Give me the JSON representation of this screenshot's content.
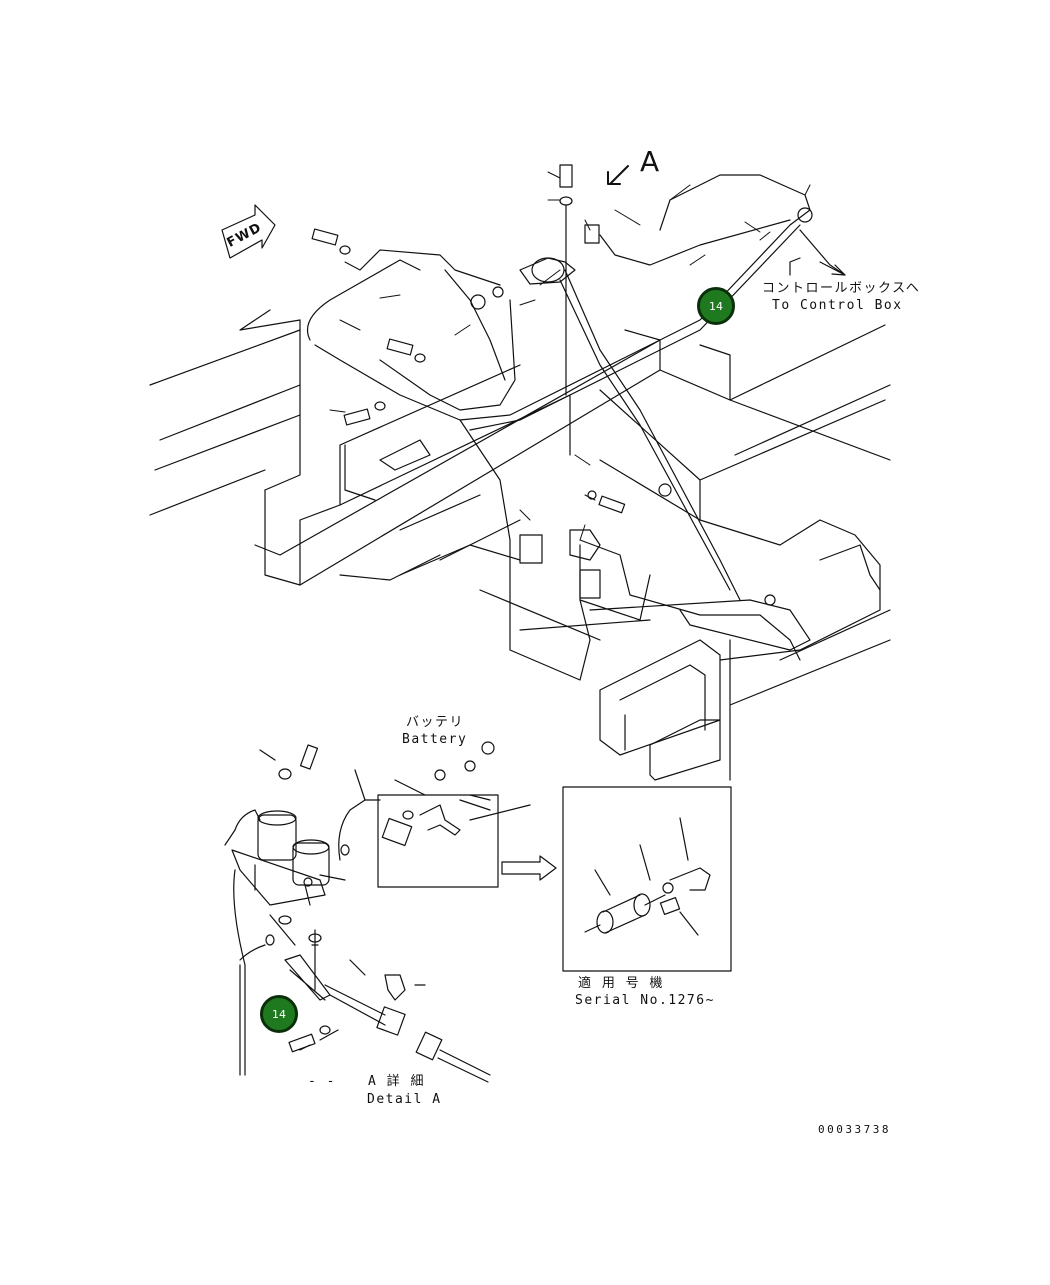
{
  "view_marker": {
    "letter": "A"
  },
  "fwd_label": "FWD",
  "to_control_box": {
    "jp": "コントロールボックスヘ",
    "en": "To Control Box"
  },
  "battery": {
    "jp": "バッテリ",
    "en": "Battery"
  },
  "serial": {
    "jp": "適 用 号 機",
    "en": "Serial No.1276~"
  },
  "detail": {
    "jp": "A 詳 細",
    "dash": "- -",
    "en": "Detail A"
  },
  "callouts": [
    {
      "number": "14"
    },
    {
      "number": "14"
    }
  ],
  "drawing_number": "00033738",
  "colors": {
    "callout_fill": "#1f7a1f",
    "callout_border": "#0a2f0a",
    "line": "#111111"
  }
}
